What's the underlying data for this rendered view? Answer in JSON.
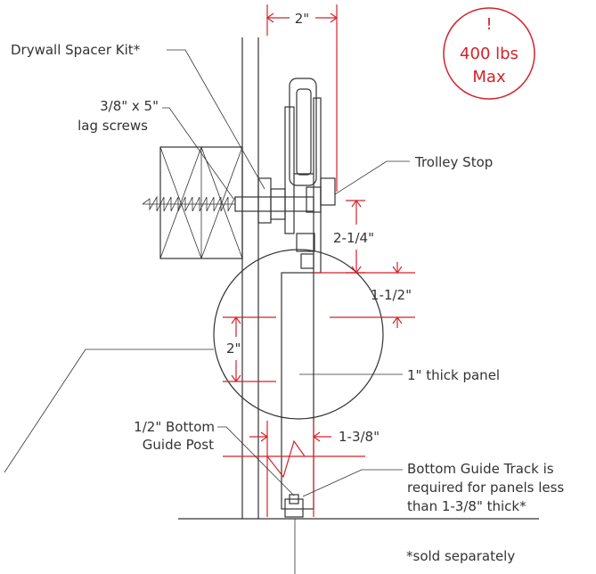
{
  "callouts": {
    "drywall_spacer": "Drywall Spacer Kit*",
    "lag_line1": "3/8\" x 5\"",
    "lag_line2": "lag screws",
    "trolley_stop": "Trolley Stop",
    "panel": "1\" thick panel",
    "guide_post_line1": "1/2\" Bottom",
    "guide_post_line2": "Guide Post",
    "track_line1": "Bottom Guide Track is",
    "track_line2": "required for panels less",
    "track_line3": "than 1-3/8\" thick*",
    "footnote": "*sold separately"
  },
  "dimensions": {
    "top_width": "2\"",
    "stop_drop": "2-1/4\"",
    "panel_gap": "1-1/2\"",
    "panel_inset": "2\"",
    "min_thickness": "1-3/8\""
  },
  "badge": {
    "exclaim": "!",
    "line1": "400 lbs",
    "line2": "Max"
  },
  "colors": {
    "accent_red": "#d2232a",
    "line": "#333333"
  }
}
